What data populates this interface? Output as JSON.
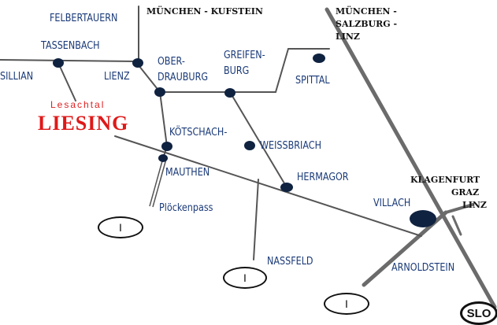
{
  "destinations": {
    "muenchen_kufstein": "MÜNCHEN - KUFSTEIN",
    "muenchen_salzburg_linz": [
      "MÜNCHEN -",
      "SALZBURG -",
      "LINZ"
    ],
    "klagenfurt_graz_linz": [
      "KLAGENFURT",
      "GRAZ",
      "LINZ"
    ]
  },
  "places": {
    "felbertauern": "FELBERTAUERN",
    "tassenbach": "TASSENBACH",
    "sillian": "SILLIAN",
    "lienz": "LIENZ",
    "oberdrauburg": [
      "OBER-",
      "DRAUBURG"
    ],
    "greifenburg": [
      "GREIFEN-",
      "BURG"
    ],
    "spittal": "SPITTAL",
    "koetschach": "KÖTSCHACH-",
    "mauthen": "MAUTHEN",
    "weissbriach": "WEISSBRIACH",
    "hermagor": "HERMAGOR",
    "villach": "VILLACH",
    "arnoldstein": "ARNOLDSTEIN",
    "ploeckenpass": "Plöckenpass",
    "nassfeld": "NASSFELD"
  },
  "highlight": {
    "region": "Lesachtal",
    "town": "LIESING"
  },
  "country_badges": {
    "italy": "I",
    "slovenia": "SLO"
  },
  "colors": {
    "label_blue": "#1a3a78",
    "road_gray": "#6b6b6b",
    "node_navy": "#0f2240",
    "liesing_red": "#e01818"
  }
}
